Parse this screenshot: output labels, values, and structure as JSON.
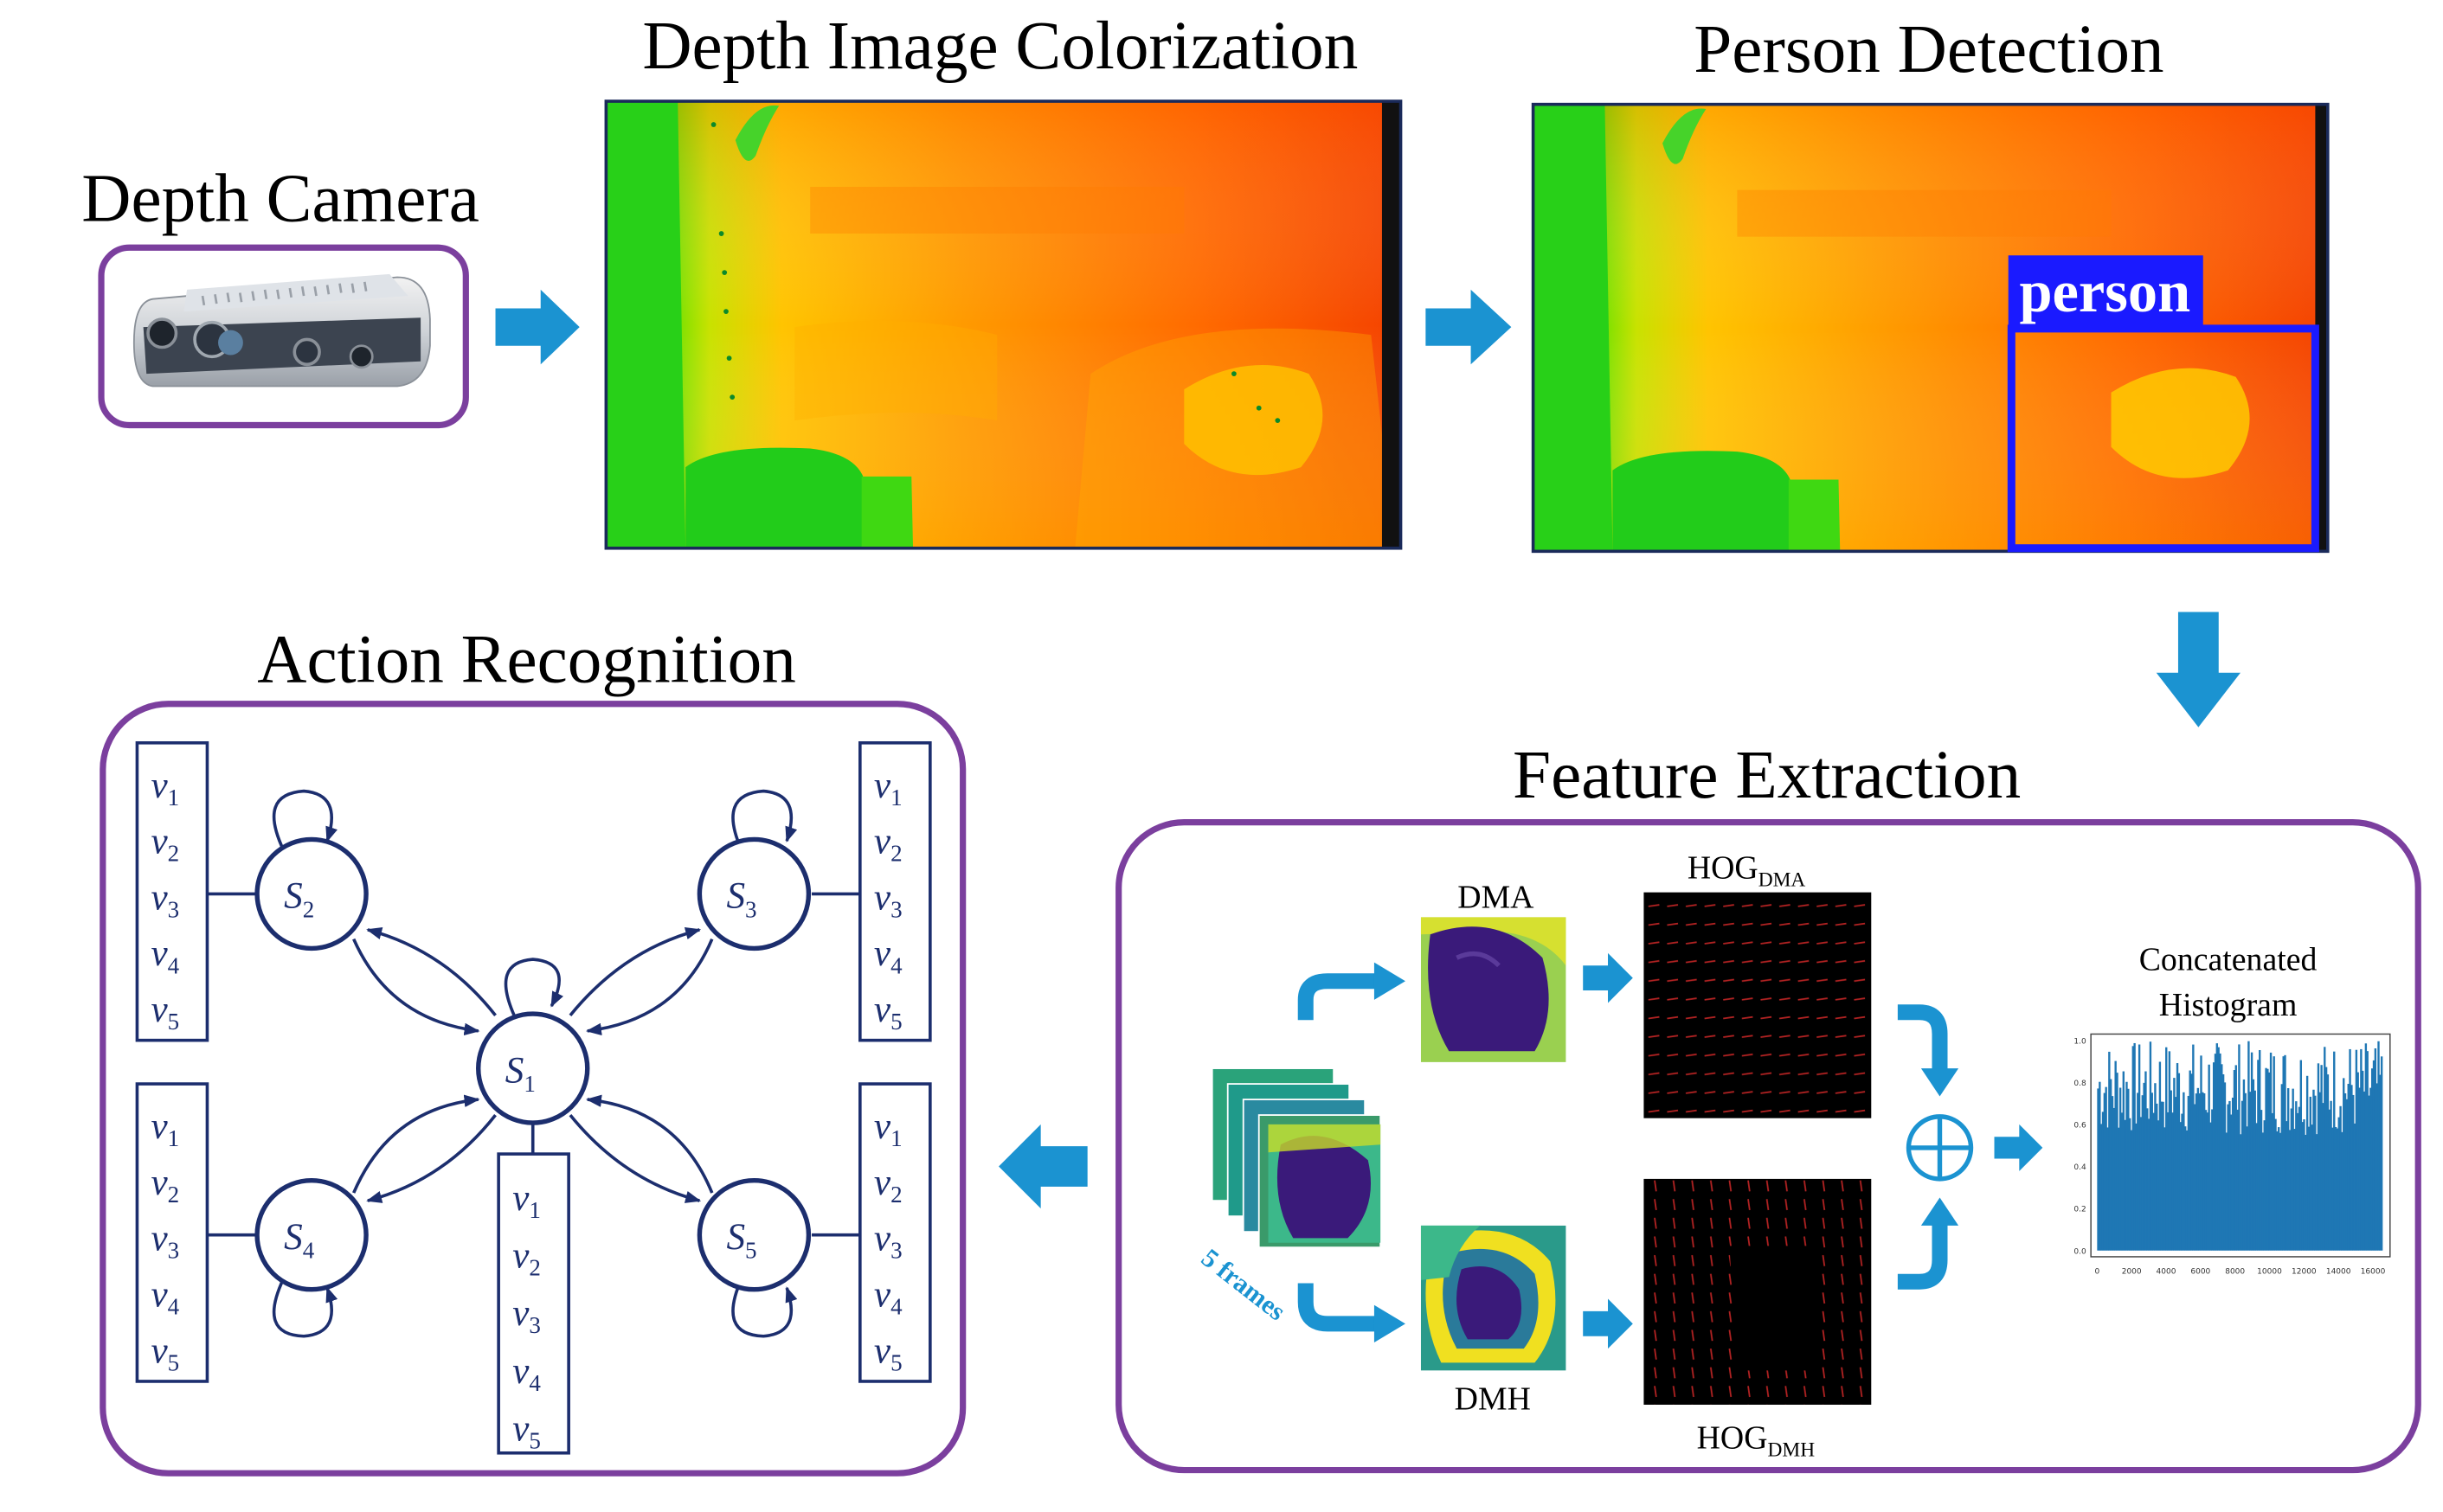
{
  "titles": {
    "depth_camera": "Depth Camera",
    "colorization": "Depth Image Colorization",
    "person_detection": "Person Detection",
    "feature_extraction": "Feature Extraction",
    "action_recognition": "Action Recognition"
  },
  "detection_label": "person",
  "features": {
    "dma": "DMA",
    "dmh": "DMH",
    "hog_main": "HOG",
    "hog_dma_sub": "DMA",
    "hog_dmh_sub": "DMH",
    "frames": "5 frames",
    "concat_line1": "Concatenated",
    "concat_line2": "Histogram",
    "hist_yticks": [
      "1.0",
      "0.8",
      "0.6",
      "0.4",
      "0.2",
      "0.0"
    ],
    "hist_xticks": [
      "0",
      "2000",
      "4000",
      "6000",
      "8000",
      "10000",
      "12000",
      "14000",
      "16000"
    ]
  },
  "states": {
    "letter": "S",
    "s1": "1",
    "s2": "2",
    "s3": "3",
    "s4": "4",
    "s5": "5"
  },
  "observations": {
    "letter": "v",
    "subs": [
      "1",
      "2",
      "3",
      "4",
      "5"
    ]
  },
  "colors": {
    "frame_purple": "#7b3f9e",
    "arrow_blue": "#1b93d1",
    "hmm_navy": "#1c2e6e",
    "bbox_blue": "#1a1aff",
    "histogram_blue": "#1f77b4"
  },
  "icons": [
    "camera-icon",
    "right-arrow-icon",
    "down-arrow-icon",
    "left-arrow-icon",
    "oplus-icon"
  ]
}
